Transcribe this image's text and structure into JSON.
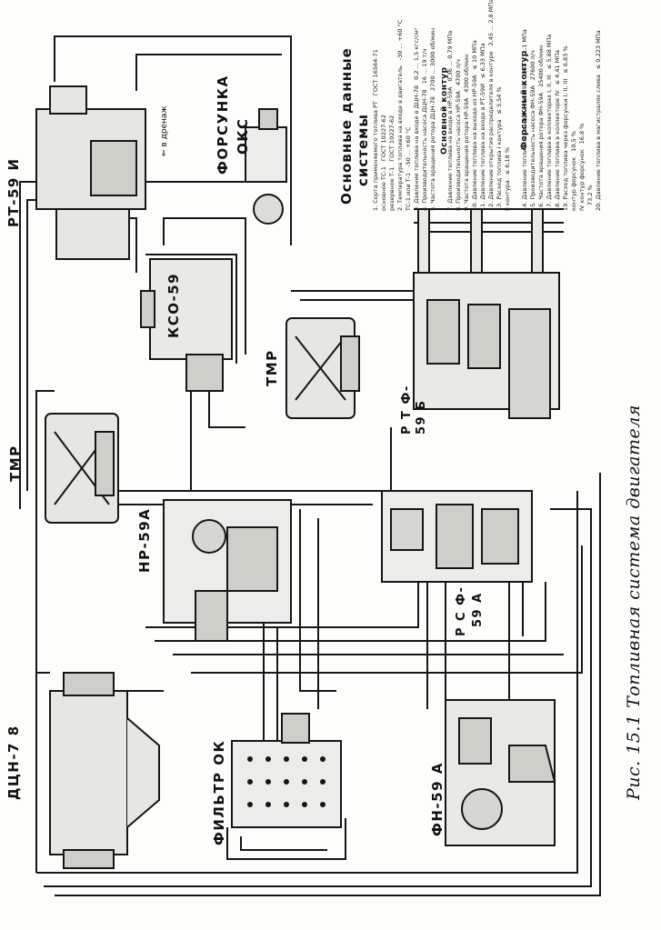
{
  "labels": {
    "rt59i": "РТ-59 И",
    "forsunka": "ФОРСУНКА",
    "oks": "ОКС",
    "to_breather": "⇐ в дренаж",
    "kso59": "КСО-59",
    "tmr_left": "ТМР",
    "tmr_right": "ТМР",
    "nr59a": "НР-59А",
    "rtf": "Р Т Ф-",
    "rtf_num": "59 Б",
    "rsf": "Р С Ф-",
    "rsf_num": "59 А",
    "dcn78": "ДЦН-7 8",
    "filter_ok": "ФИЛЬТР  ОК",
    "fn59a": "ФН-59 А"
  },
  "caption": "Рис. 15.1 Топливная система двигателя",
  "data_panel": {
    "title_line1": "Основные  данные",
    "title_line2": "системы",
    "main_contour_title": "Основной  контур",
    "afterburner_title": "Форсажный  контур",
    "rows": [
      {
        "text": "1. Сорта применяемого топлива  РТ",
        "value": "ГОСТ 16564-71"
      },
      {
        "text": "основное   ТС-1",
        "value": "ГОСТ 10227-62"
      },
      {
        "text": "резервное   Т-1",
        "value": "ГОСТ 10227-62"
      },
      {
        "text": "2. Температура топлива на входе в двигатель",
        "value": "-30 ... +60 °С"
      },
      {
        "text": "ТС-1  или  Т-1",
        "value": "-50 ... +60 °С"
      },
      {
        "text": "3. Давление топлива на входе в ДЦН-78",
        "value": "0,2 ... 1,5 кгс/см²"
      },
      {
        "text": "4. Производительность насоса ДЦН-78",
        "value": "16 ... 19 т/ч"
      },
      {
        "text": "5. Частота вращения ротора ДЦН-78",
        "value": "2700 ... 3000 об/мин"
      },
      {
        "text": "7. Давление топлива на входе в НР-59А",
        "value": "0,36 ... 0,79 МПа"
      },
      {
        "text": "8. Производительность насоса НР-59А",
        "value": "4700 л/ч"
      },
      {
        "text": "9. Частота вращения ротора НР-59А",
        "value": "4300 об/мин"
      },
      {
        "text": "10. Давление топлива на выходе из НР-59А",
        "value": "≤ 10 МПа"
      },
      {
        "text": "11. Давление топлива на входе в РТ-59И",
        "value": "≤ 6,33 МПа"
      },
      {
        "text": "12. Давление открытия распределителя в контуре",
        "value": "2,45 ... 2,8 МПа"
      },
      {
        "text": "13. Расход топлива I контура",
        "value": "≤ 3,54 %"
      },
      {
        "text": "II контура",
        "value": "≤ 6,18 %"
      },
      {
        "text": "14. Давление топлива на входе в ФН-59А",
        "value": "0,44 ... 1,1 МПа"
      },
      {
        "text": "15. Производительность насоса ФН-59А",
        "value": "27600 л/ч"
      },
      {
        "text": "16. Частота вращения ротора ФН-59А",
        "value": "25400 об/мин"
      },
      {
        "text": "17. Давление топлива в коллекторах I, II, III",
        "value": "≤ 5,88 МПа"
      },
      {
        "text": "18. Давление топлива в коллекторе IV",
        "value": "≤ 4,41 МПа"
      },
      {
        "text": "19. Расход топлива через форсунки I, II, III",
        "value": "≤ 6,83 %"
      },
      {
        "text": "контур форсунок",
        "value": "10,5 %"
      },
      {
        "text": "IV контур форсунок",
        "value": "16,8 %"
      },
      {
        "text": "",
        "value": "73,2 %"
      },
      {
        "text": "20. Давление топлива в магистралях слива",
        "value": "≤ 0,223 МПа"
      }
    ]
  }
}
